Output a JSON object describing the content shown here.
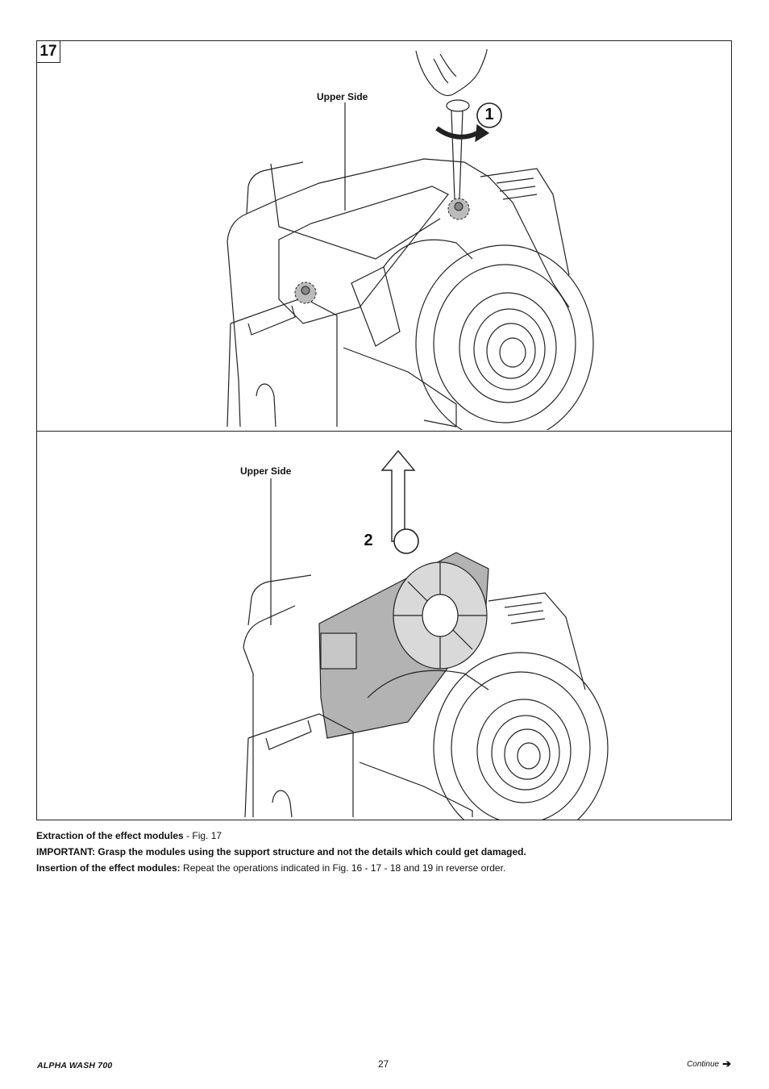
{
  "figure": {
    "number": "17",
    "top_panel": {
      "label": "Upper Side",
      "step": "1"
    },
    "bottom_panel": {
      "label": "Upper Side",
      "step": "2"
    }
  },
  "caption": {
    "line1_bold": "Extraction of the effect modules",
    "line1_rest": " - Fig. 17",
    "line2_bold": "IMPORTANT: Grasp the modules using the support structure and not the details which could get damaged.",
    "line3_bold": "Insertion of the effect modules:",
    "line3_rest": " Repeat the operations indicated in Fig. 16 - 17 - 18 and 19 in reverse order."
  },
  "footer": {
    "product": "ALPHA WASH 700",
    "page": "27",
    "continue": "Continue",
    "continue_icon": "arrow-right-icon"
  }
}
